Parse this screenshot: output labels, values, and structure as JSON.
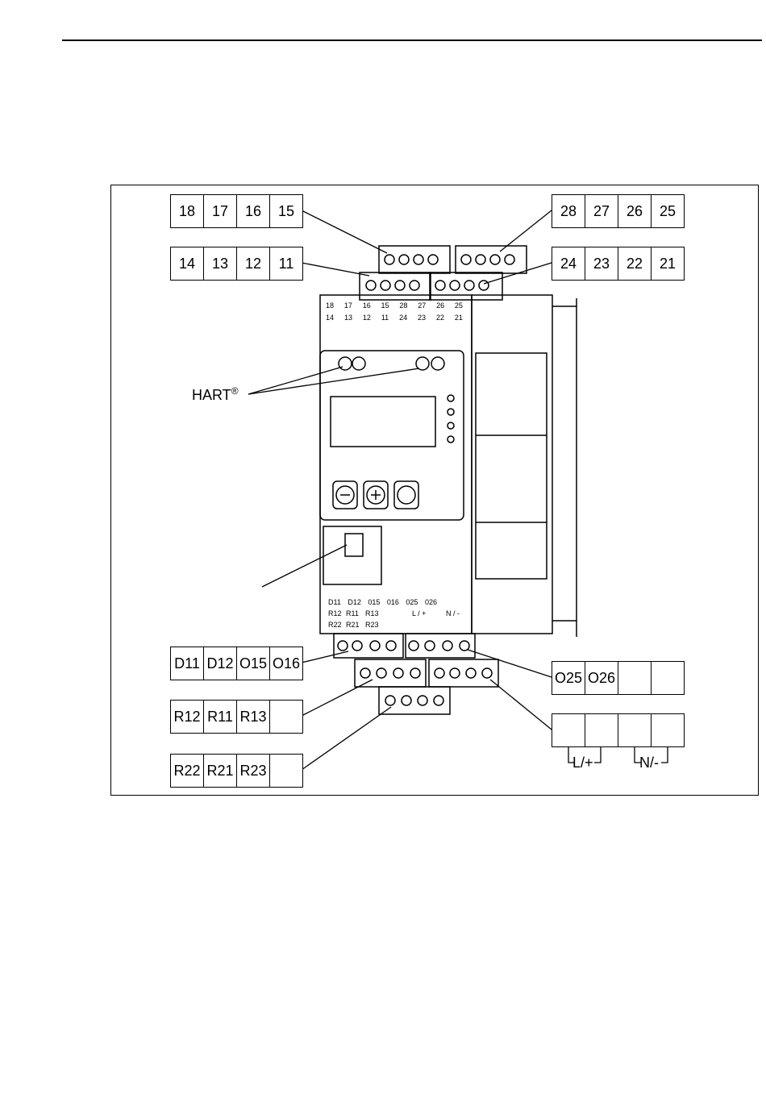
{
  "labels": {
    "hart": "HART",
    "hart_mark": "®",
    "lp": "L/+",
    "nm": "N/-"
  },
  "top_left_row1": [
    "18",
    "17",
    "16",
    "15"
  ],
  "top_left_row2": [
    "14",
    "13",
    "12",
    "11"
  ],
  "top_right_row1": [
    "28",
    "27",
    "26",
    "25"
  ],
  "top_right_row2": [
    "24",
    "23",
    "22",
    "21"
  ],
  "bottom_left_row1": [
    "D11",
    "D12",
    "O15",
    "O16"
  ],
  "bottom_left_row2": [
    "R12",
    "R11",
    "R13",
    ""
  ],
  "bottom_left_row3": [
    "R22",
    "R21",
    "R23",
    ""
  ],
  "bottom_right_row1": [
    "O25",
    "O26",
    "",
    ""
  ],
  "bottom_right_row2": [
    "",
    "",
    "",
    ""
  ],
  "device_top_labels": {
    "row1": [
      "18",
      "17",
      "16",
      "15",
      "28",
      "27",
      "26",
      "25"
    ],
    "row2": [
      "14",
      "13",
      "12",
      "11",
      "24",
      "23",
      "22",
      "21"
    ]
  },
  "device_bottom_labels": {
    "row1": [
      "D11",
      "D12",
      "015",
      "016",
      "025",
      "026"
    ],
    "row2": [
      "R12",
      "R11",
      "R13",
      "L / +",
      "N / -"
    ],
    "row3": [
      "R22",
      "R21",
      "R23"
    ]
  }
}
